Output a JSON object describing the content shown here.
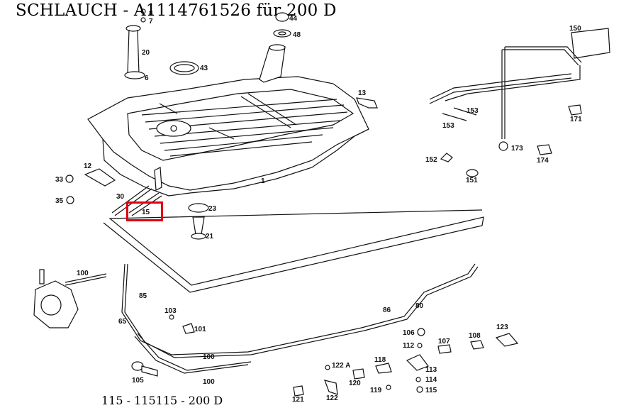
{
  "title": "SCHLAUCH  - A1114761526 für 200 D",
  "footer": "115 - 115115 - 200 D",
  "highlight_color": "#e0000f",
  "highlighted_part": "15",
  "labels": {
    "p1": "1",
    "p6": "6",
    "p7": "7",
    "p8": "8",
    "p12": "12",
    "p13": "13",
    "p15": "15",
    "p20": "20",
    "p21": "21",
    "p23": "23",
    "p30": "30",
    "p33": "33",
    "p35": "35",
    "p43": "43",
    "p44": "44",
    "p48": "48",
    "p65": "65",
    "p80": "80",
    "p85": "85",
    "p86": "86",
    "p100a": "100",
    "p100b": "100",
    "p100c": "100",
    "p101": "101",
    "p103": "103",
    "p105": "105",
    "p106": "106",
    "p107": "107",
    "p108": "108",
    "p112": "112",
    "p113": "113",
    "p114": "114",
    "p115": "115",
    "p118": "118",
    "p119": "119",
    "p120": "120",
    "p121": "121",
    "p122": "122",
    "p122a": "122 A",
    "p123": "123",
    "p150": "150",
    "p151": "151",
    "p152": "152",
    "p153a": "153",
    "p153b": "153",
    "p171": "171",
    "p173": "173",
    "p174": "174"
  }
}
